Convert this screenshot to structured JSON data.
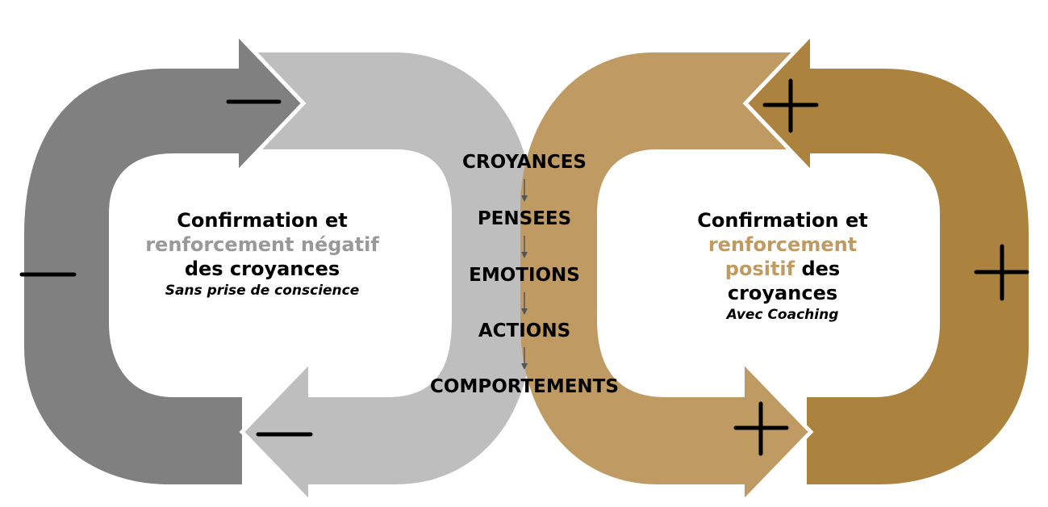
{
  "colors": {
    "grey_dark": "#808080",
    "grey_light": "#bebebe",
    "gold_light": "#bf9a63",
    "gold_dark": "#ab823e",
    "accent_negative": "#999999",
    "accent_positive": "#bf9a63"
  },
  "left_loop": {
    "line1": "Confirmation et",
    "highlight": "renforcement négatif",
    "line3": "des croyances",
    "subtitle": "Sans prise de conscience"
  },
  "right_loop": {
    "line1": "Confirmation et",
    "highlight_1": "renforcement",
    "highlight_2": "positif",
    "tail": " des",
    "line4": "croyances",
    "subtitle": "Avec Coaching"
  },
  "steps": [
    "CROYANCES",
    "PENSEES",
    "EMOTIONS",
    "ACTIONS",
    "COMPORTEMENTS"
  ],
  "symbols": {
    "minus_icon": "minus-icon",
    "plus_icon": "plus-icon"
  }
}
